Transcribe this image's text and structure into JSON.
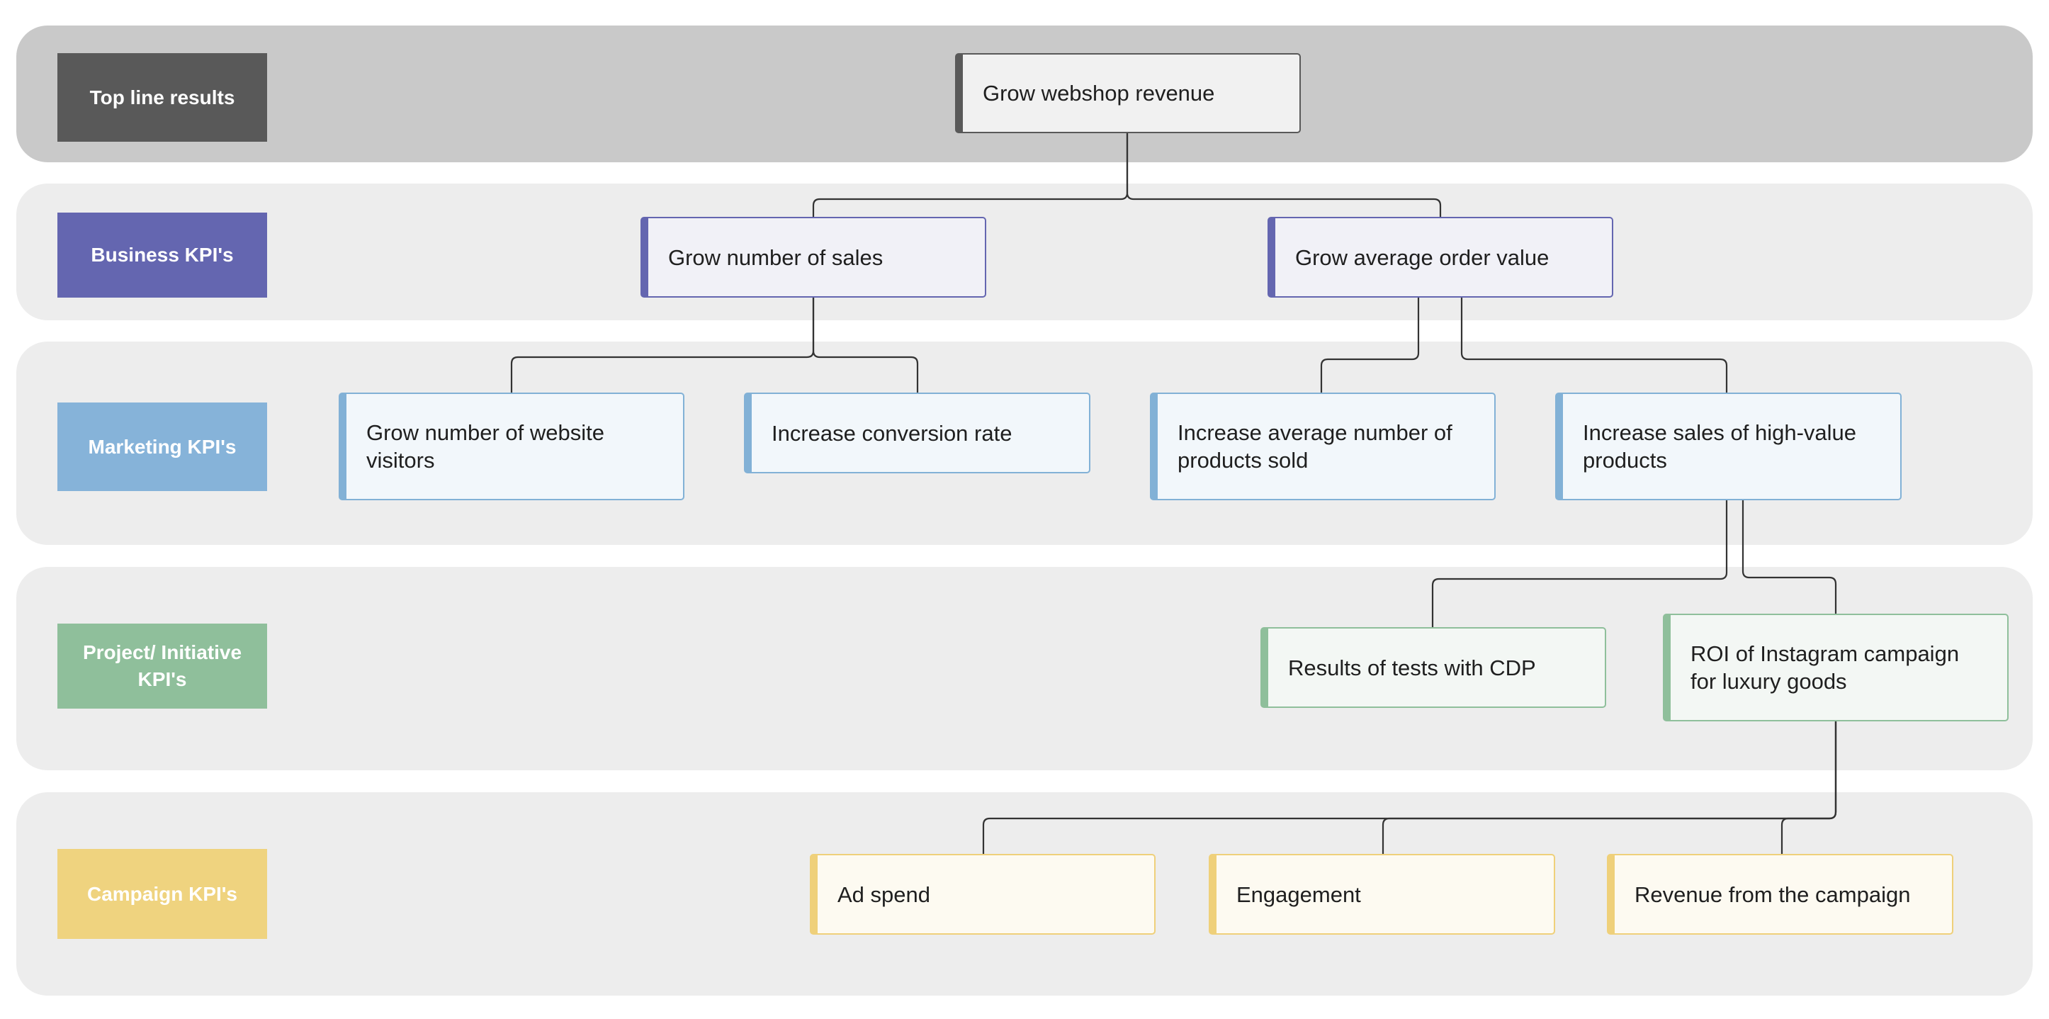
{
  "levels": {
    "top": "Top line results",
    "business": "Business KPI's",
    "marketing": "Marketing KPI's",
    "project": "Project/ Initiative KPI's",
    "campaign": "Campaign KPI's"
  },
  "nodes": {
    "revenue": "Grow webshop revenue",
    "sales": "Grow number of sales",
    "aov": "Grow average order value",
    "visitors": "Grow number of website visitors",
    "conversion": "Increase conversion rate",
    "products": "Increase average number of products sold",
    "highvalue": "Increase sales of high-value products",
    "cdp": "Results of tests with CDP",
    "instagram": "ROI of Instagram campaign for luxury goods",
    "adspend": "Ad spend",
    "engagement": "Engagement",
    "campaign_revenue": "Revenue from the campaign"
  },
  "colors": {
    "top": "#595959",
    "business": "#6466b0",
    "marketing": "#82b1d6",
    "project": "#8fbf9b",
    "campaign": "#efd07a"
  }
}
